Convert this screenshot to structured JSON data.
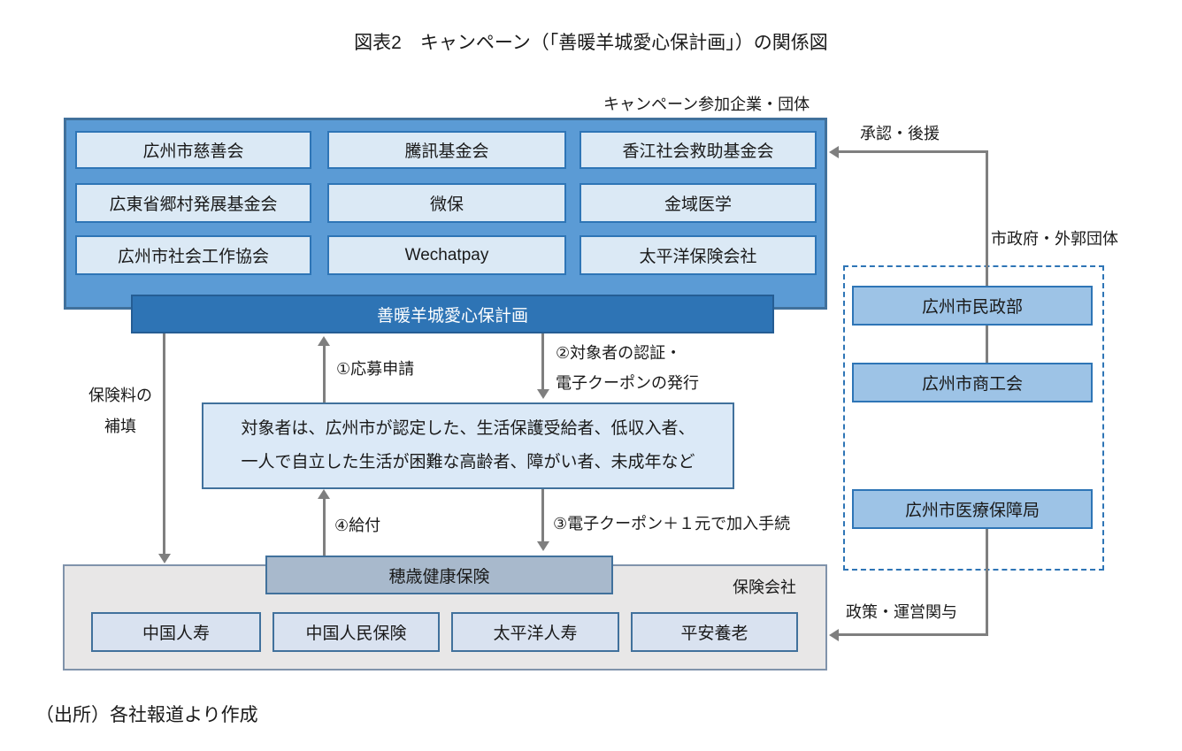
{
  "title": "図表2　キャンペーン（「善暖羊城愛心保計画」）の関係図",
  "participants": {
    "label": "キャンペーン参加企業・団体",
    "rows": [
      [
        "広州市慈善会",
        "騰訊基金会",
        "香江社会救助基金会"
      ],
      [
        "広東省郷村発展基金会",
        "微保",
        "金域医学"
      ],
      [
        "広州市社会工作協会",
        "Wechatpay",
        "太平洋保険会社"
      ]
    ]
  },
  "plan_bar": "善暖羊城愛心保計画",
  "government": {
    "label": "市政府・外郭団体",
    "boxes": [
      "広州市民政部",
      "広州市商工会",
      "広州市医療保障局"
    ]
  },
  "arrows": {
    "approval": "承認・後援",
    "policy": "政策・運営関与",
    "premium_line1": "保険料の",
    "premium_line2": "補填",
    "step1": "①応募申請",
    "step2_line1": "②対象者の認証・",
    "step2_line2": "電子クーポンの発行",
    "step3": "③電子クーポン＋１元で加入手続",
    "step4": "④給付"
  },
  "target_box": {
    "line1": "対象者は、広州市が認定した、生活保護受給者、低収入者、",
    "line2": "一人で自立した生活が困難な高齢者、障がい者、未成年など"
  },
  "insurance": {
    "label": "保険会社",
    "product_bar": "穂歳健康保険",
    "companies": [
      "中国人寿",
      "中国人民保険",
      "太平洋人寿",
      "平安養老"
    ]
  },
  "source": "（出所）各社報道より作成",
  "colors": {
    "container_blue": "#5b9bd5",
    "plan_bar_blue": "#2e74b5",
    "cell_light_blue": "#dbe9f5",
    "gov_blue": "#9dc3e6",
    "product_bar_gray_blue": "#a8b9cc",
    "insurer_gray_box": "#e8e7e7",
    "arrow_gray": "#7f7f7f",
    "dashed_border_blue": "#2e75b6"
  }
}
